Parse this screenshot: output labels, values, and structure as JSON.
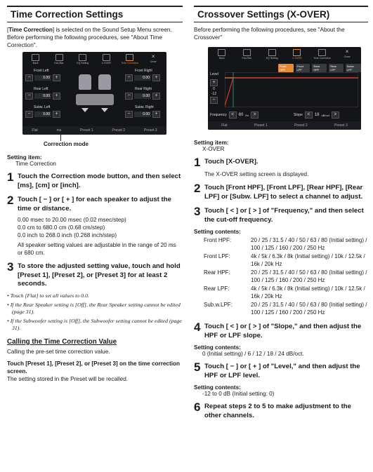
{
  "left": {
    "title": "Time Correction Settings",
    "intro_bold": "Time Correction",
    "intro_rest": " is selected on the Sound Setup Menu screen.",
    "intro2": "Before performing the following procedures, see \"About Time Correction\".",
    "screen": {
      "toolbar": [
        "Back",
        "Fad./Bal.",
        "EQ Setting",
        "X-OVER",
        "Time Correction",
        "Close"
      ],
      "labels": [
        "Front Left",
        "Front Right",
        "Rear Left",
        "Rear Right",
        "Subw. Left",
        "Subw. Right"
      ],
      "values": [
        "0.00",
        "0.00",
        "0.00",
        "0.00",
        "0.00",
        "0.00"
      ],
      "minus": "−",
      "plus": "+",
      "presets": [
        "Flat",
        "ms",
        "Preset 1",
        "Preset 2",
        "Preset 3"
      ]
    },
    "caption": "Correction mode",
    "setting_item_label": "Setting item:",
    "setting_item_value": "Time Correction",
    "step1": "Touch the Correction mode button, and then select [ms], [cm] or [inch].",
    "step2": "Touch [ − ] or [ + ] for each speaker to adjust the time or distance.",
    "step2_body": [
      "0.00 msec to 20.00 msec (0.02 msec/step)",
      "0.0 cm to 680.0 cm (0.68 cm/step)",
      "0.0 inch to 268.0 inch (0.268 inch/step)"
    ],
    "step2_note": "All speaker setting values are adjustable in the range of 20 ms or 680 cm.",
    "step3": "To store the adjusted setting value, touch and hold [Preset 1], [Preset 2], or [Preset 3] for at least 2 seconds.",
    "bullets": [
      "Touch [Flat] to set all values to 0.0.",
      "If the Rear Speaker setting is [Off], the Rear Speaker setting cannot be edited (page 31).",
      "If the Subwoofer setting is [Off], the Subwoofer setting cannot be edited (page 31)."
    ],
    "calling_heading": "Calling the Time Correction Value",
    "calling_body": "Calling the pre-set time correction value.",
    "calling_bold": "Touch [Preset 1], [Preset 2], or [Preset 3] on the time correction screen.",
    "calling_body2": "The setting stored in the Preset will be recalled."
  },
  "right": {
    "title": "Crossover Settings (X-OVER)",
    "intro": "Before performing the following procedures, see \"About the Crossover\"",
    "screen": {
      "toolbar": [
        "Back",
        "Fad./Bal.",
        "EQ Setting",
        "X-OVER",
        "Time Correction",
        "Close"
      ],
      "channels": [
        "Front HPF",
        "Front LPF",
        "Rear HPF",
        "Rear LPF",
        "Subw. LPF"
      ],
      "level_label": "Level",
      "level_vals": [
        "0",
        "-12"
      ],
      "freq_label": "Frequency",
      "freq_value": "80",
      "freq_unit": "Hz",
      "slope_label": "Slope",
      "slope_value": "18",
      "slope_unit": "dB/oct",
      "presets": [
        "Flat",
        "Preset 1",
        "Preset 2",
        "Preset 3"
      ]
    },
    "setting_item_label": "Setting item:",
    "setting_item_value": "X-OVER",
    "step1": "Touch [X-OVER].",
    "step1_body": "The X-OVER setting screen is displayed.",
    "step2": "Touch [Front HPF], [Front LPF], [Rear HPF], [Rear LPF] or [Subw. LPF] to select a channel to adjust.",
    "step3": "Touch [ < ] or [ > ] of \"Frequency,\" and then select the cut-off frequency.",
    "contents_label": "Setting contents:",
    "contents": [
      {
        "k": "Front HPF:",
        "v": "20 / 25 / 31.5 / 40 / 50 / 63 / 80 (Initial setting) / 100 / 125 / 160 / 200 / 250 Hz"
      },
      {
        "k": "Front LPF:",
        "v": "4k / 5k / 6.3k / 8k (Initial setting) / 10k / 12.5k / 16k / 20k Hz"
      },
      {
        "k": "Rear HPF:",
        "v": "20 / 25 / 31.5 / 40 / 50 / 63 / 80 (Initial setting) / 100 / 125 / 160 / 200 / 250 Hz"
      },
      {
        "k": "Rear LPF:",
        "v": "4k / 5k / 6.3k / 8k (Initial setting) / 10k / 12.5k / 16k / 20k Hz"
      },
      {
        "k": "Sub.w.LPF:",
        "v": "20 / 25 / 31.5 / 40 / 50 / 63 / 80 (Initial setting) / 100 / 125 / 160 / 200 / 250 Hz"
      }
    ],
    "step4": "Touch [ < ] or [ > ] of \"Slope,\" and then adjust the HPF or LPF slope.",
    "step4_label": "Setting contents:",
    "step4_body": "0 (Initial setting) / 6 / 12 / 18 / 24 dB/oct.",
    "step5": "Touch [ − ] or [ + ] of \"Level,\" and then adjust the HPF or LPF level.",
    "step5_label": "Setting contents:",
    "step5_body": "-12 to 0 dB (Initial setting: 0)",
    "step6": "Repeat steps 2 to 5 to make adjustment to the other channels."
  }
}
